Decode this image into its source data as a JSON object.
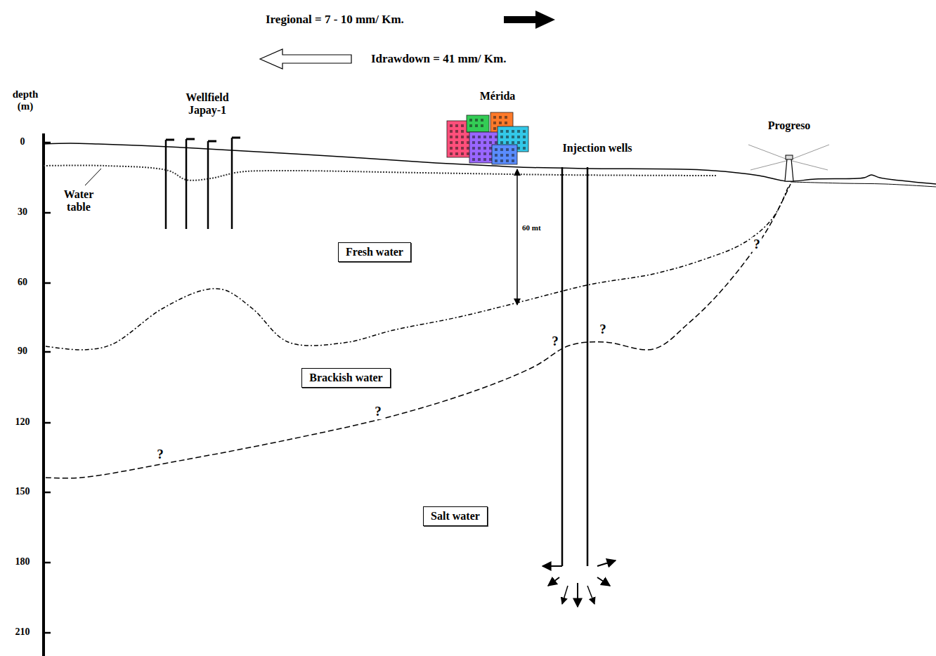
{
  "diagram": {
    "nodes": [
      {
        "text": [
          "Fresh water"
        ]
      },
      {
        "text": [
          "Brackish water"
        ]
      },
      {
        "text": [
          "Salt water"
        ]
      }
    ],
    "labels": [
      "Iregional = 7 - 10 mm/ Km.",
      "Idrawdown = 41 mm/ Km.",
      "depth (m)",
      "0",
      "30",
      "60",
      "90",
      "120",
      "150",
      "180",
      "210",
      "Wellfield Japay-1",
      "Mérida",
      "Injection wells",
      "Progreso",
      "Water table",
      "60 mt",
      "?",
      "?",
      "?",
      "?",
      "?"
    ]
  }
}
